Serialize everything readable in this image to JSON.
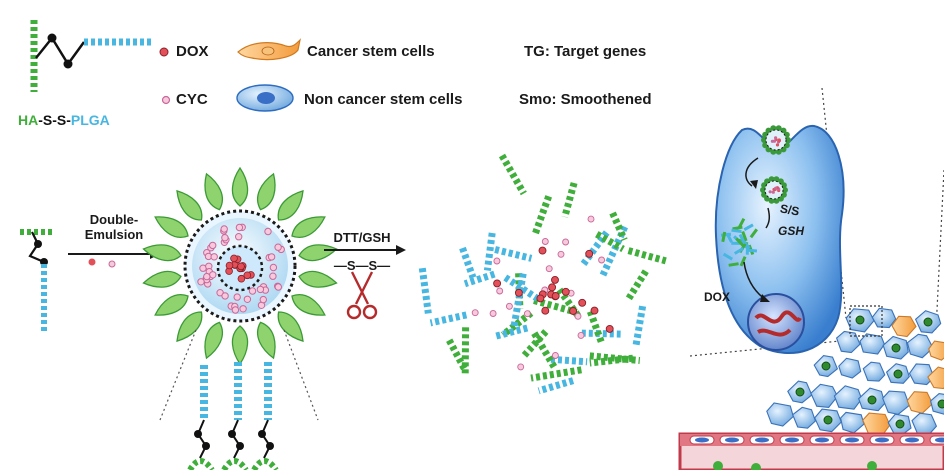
{
  "legend": {
    "polymer": {
      "name_parts": [
        "HA",
        "-S-S-",
        "PLGA"
      ],
      "colors": [
        "#3fae3a",
        "#111111",
        "#47b6e0"
      ]
    },
    "dox": "DOX",
    "cyc": "CYC",
    "cancer_stem_cells": "Cancer stem cells",
    "non_cancer_stem_cells": "Non cancer stem cells",
    "tg": "TG: Target genes",
    "smo": "Smo: Smoothened"
  },
  "steps": {
    "emulsion_line1": "Double-",
    "emulsion_line2": "Emulsion",
    "reduction": "DTT/GSH",
    "disulfide": "—S—S—"
  },
  "cell": {
    "disulfide": "S/S",
    "gsh": "GSH",
    "dox": "DOX"
  },
  "colors": {
    "ha_green": "#3fae3a",
    "plga_blue": "#47b6e0",
    "dox_red": "#e2505a",
    "cyc_pink": "#c9689a",
    "cell_blue": "#4a8fd6",
    "vessel_red": "#c23a4a",
    "scissors_red": "#b52b2b"
  }
}
